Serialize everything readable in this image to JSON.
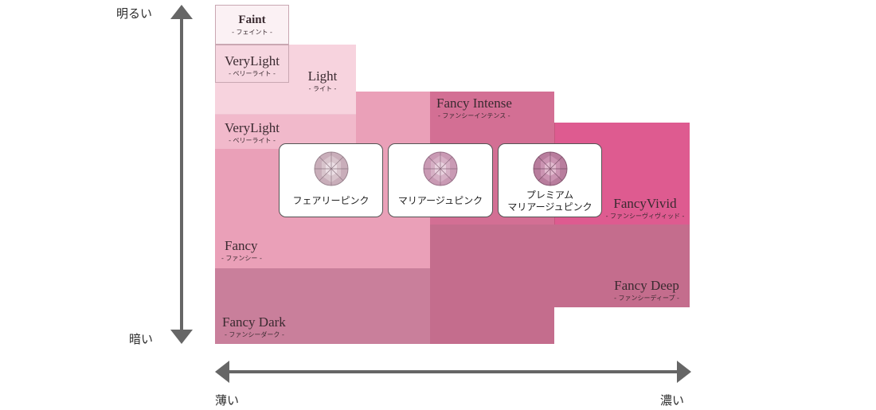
{
  "axes": {
    "vertical_top": "明るい",
    "vertical_bottom": "暗い",
    "horizontal_left": "薄い",
    "horizontal_right": "濃い"
  },
  "grades": {
    "faint": {
      "en": "Faint",
      "jp": "- フェイント -"
    },
    "very_light_top": {
      "en": "VeryLight",
      "jp": "- ベリーライト -"
    },
    "light": {
      "en": "Light",
      "jp": "- ライト -"
    },
    "very_light_mid": {
      "en": "VeryLight",
      "jp": "- ベリーライト -"
    },
    "fancy_intense": {
      "en": "Fancy Intense",
      "jp": "- ファンシーインテンス -"
    },
    "fancy_vivid": {
      "en": "FancyVivid",
      "jp": "- ファンシーヴィヴィッド -"
    },
    "fancy": {
      "en": "Fancy",
      "jp": "- ファンシー -"
    },
    "fancy_deep": {
      "en": "Fancy Deep",
      "jp": "- ファンシーディープ -"
    },
    "fancy_dark": {
      "en": "Fancy Dark",
      "jp": "- ファンシーダーク -"
    }
  },
  "cards": [
    {
      "line1": "フェアリーピンク",
      "line2": "",
      "gem_color": "#c9aeba"
    },
    {
      "line1": "マリアージュピンク",
      "line2": "",
      "gem_color": "#c99ab4"
    },
    {
      "line1": "プレミアム",
      "line2": "マリアージュピンク",
      "gem_color": "#b87d9d"
    }
  ],
  "colors": {
    "faint": "#fbf1f4",
    "very_light": "#f6d6e0",
    "light": "#f7d3de",
    "very_light_mid": "#f1b9cb",
    "fancy": "#eaa0b8",
    "fancy_intense": "#d36f94",
    "fancy_vivid": "#de5b90",
    "fancy_deep": "#c46d8d",
    "fancy_dark": "#c97f9b",
    "axis": "#666666"
  }
}
